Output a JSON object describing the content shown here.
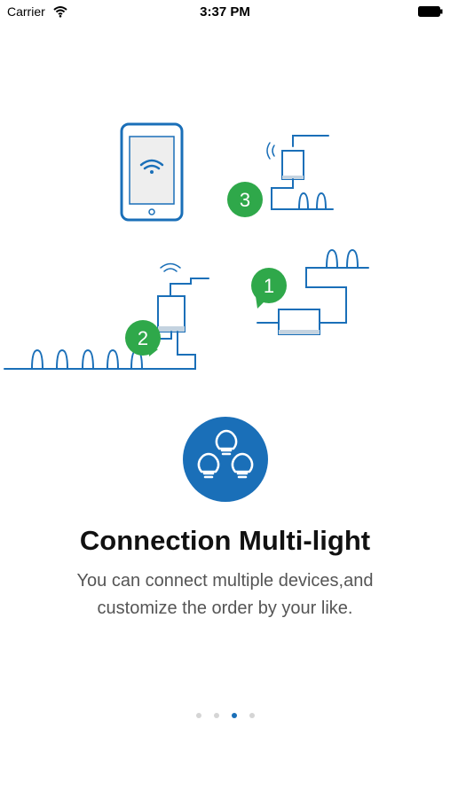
{
  "status": {
    "carrier": "Carrier",
    "time": "3:37 PM"
  },
  "illustration": {
    "step1": "1",
    "step2": "2",
    "step3": "3"
  },
  "onboarding": {
    "title": "Connection Multi-light",
    "description_line1": "You can connect multiple devices,and",
    "description_line2": "customize the order by your like.",
    "page_count": 4,
    "current_page": 3
  },
  "colors": {
    "accent": "#1a6fb8",
    "step_badge": "#2fa84a",
    "line": "#1a6fb8"
  }
}
